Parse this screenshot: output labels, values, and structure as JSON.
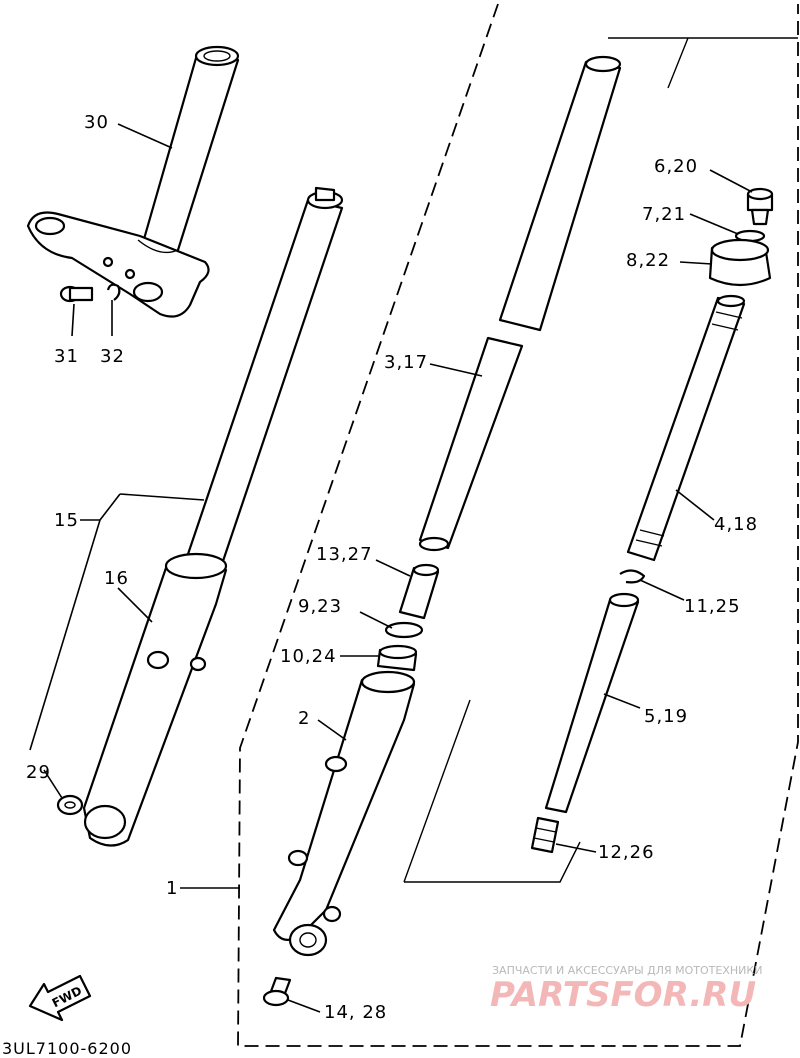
{
  "labels": {
    "p1": "1",
    "p2": "2",
    "p3_17": "3,17",
    "p4_18": "4,18",
    "p5_19": "5,19",
    "p6_20": "6,20",
    "p7_21": "7,21",
    "p8_22": "8,22",
    "p9_23": "9,23",
    "p10_24": "10,24",
    "p11_25": "11,25",
    "p12_26": "12,26",
    "p13_27": "13,27",
    "p14_28": "14, 28",
    "p15": "15",
    "p16": "16",
    "p29": "29",
    "p30": "30",
    "p31": "31",
    "p32": "32"
  },
  "fwd_label": "FWD",
  "diagram_code": "3UL7100-6200",
  "watermark": {
    "caption": "ЗАПЧАСТИ И АКСЕССУАРЫ ДЛЯ МОТОТЕХНИКИ",
    "brand": "PARTSFOR.RU",
    "color": "#f3b7b7"
  }
}
